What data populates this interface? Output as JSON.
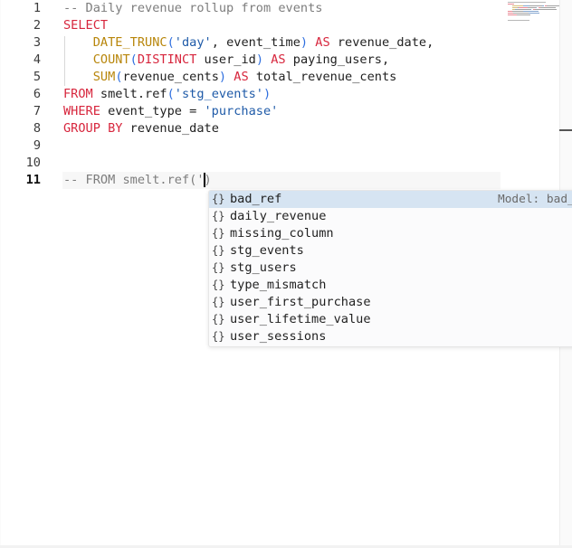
{
  "editor": {
    "language": "sql",
    "active_line": 11,
    "lines": [
      {
        "n": "1",
        "tokens": [
          {
            "t": "-- Daily revenue rollup from events",
            "c": "cm"
          }
        ]
      },
      {
        "n": "2",
        "tokens": [
          {
            "t": "SELECT",
            "c": "kw"
          }
        ]
      },
      {
        "n": "3",
        "tokens": [
          {
            "t": "    "
          },
          {
            "t": "DATE_TRUNC",
            "c": "fn"
          },
          {
            "t": "(",
            "c": "br"
          },
          {
            "t": "'day'",
            "c": "str"
          },
          {
            "t": ", event_time"
          },
          {
            "t": ")",
            "c": "br"
          },
          {
            "t": " "
          },
          {
            "t": "AS",
            "c": "kw"
          },
          {
            "t": " revenue_date,"
          }
        ]
      },
      {
        "n": "4",
        "tokens": [
          {
            "t": "    "
          },
          {
            "t": "COUNT",
            "c": "fn"
          },
          {
            "t": "(",
            "c": "br"
          },
          {
            "t": "DISTINCT",
            "c": "kw"
          },
          {
            "t": " user_id"
          },
          {
            "t": ")",
            "c": "br"
          },
          {
            "t": " "
          },
          {
            "t": "AS",
            "c": "kw"
          },
          {
            "t": " paying_users,"
          }
        ]
      },
      {
        "n": "5",
        "tokens": [
          {
            "t": "    "
          },
          {
            "t": "SUM",
            "c": "fn"
          },
          {
            "t": "(",
            "c": "br"
          },
          {
            "t": "revenue_cents"
          },
          {
            "t": ")",
            "c": "br"
          },
          {
            "t": " "
          },
          {
            "t": "AS",
            "c": "kw"
          },
          {
            "t": " total_revenue_cents"
          }
        ]
      },
      {
        "n": "6",
        "tokens": [
          {
            "t": "FROM",
            "c": "kw"
          },
          {
            "t": " smelt.ref"
          },
          {
            "t": "(",
            "c": "br"
          },
          {
            "t": "'stg_events'",
            "c": "str"
          },
          {
            "t": ")",
            "c": "br"
          }
        ]
      },
      {
        "n": "7",
        "tokens": [
          {
            "t": "WHERE",
            "c": "kw"
          },
          {
            "t": " event_type = "
          },
          {
            "t": "'purchase'",
            "c": "str"
          }
        ]
      },
      {
        "n": "8",
        "tokens": [
          {
            "t": "GROUP BY",
            "c": "kw"
          },
          {
            "t": " revenue_date"
          }
        ]
      },
      {
        "n": "9",
        "tokens": []
      },
      {
        "n": "10",
        "tokens": []
      },
      {
        "n": "11",
        "tokens": [
          {
            "t": "-- FROM smelt.ref('",
            "c": "cm"
          },
          {
            "t": "",
            "cursor": true
          },
          {
            "t": ")",
            "c": "cm"
          }
        ]
      }
    ]
  },
  "suggest": {
    "icon_glyph": "{}",
    "icon_name": "module-braces-icon",
    "selected_detail": "Model: bad_ref",
    "items": [
      {
        "label": "bad_ref",
        "selected": true
      },
      {
        "label": "daily_revenue"
      },
      {
        "label": "missing_column"
      },
      {
        "label": "stg_events"
      },
      {
        "label": "stg_users"
      },
      {
        "label": "type_mismatch"
      },
      {
        "label": "user_first_purchase"
      },
      {
        "label": "user_lifetime_value"
      },
      {
        "label": "user_sessions"
      }
    ]
  },
  "colors": {
    "keyword": "#d7263d",
    "function": "#b8860b",
    "string": "#1e5aa8",
    "comment": "#7d7d7d",
    "suggest_selected_bg": "#d6e4f2"
  }
}
